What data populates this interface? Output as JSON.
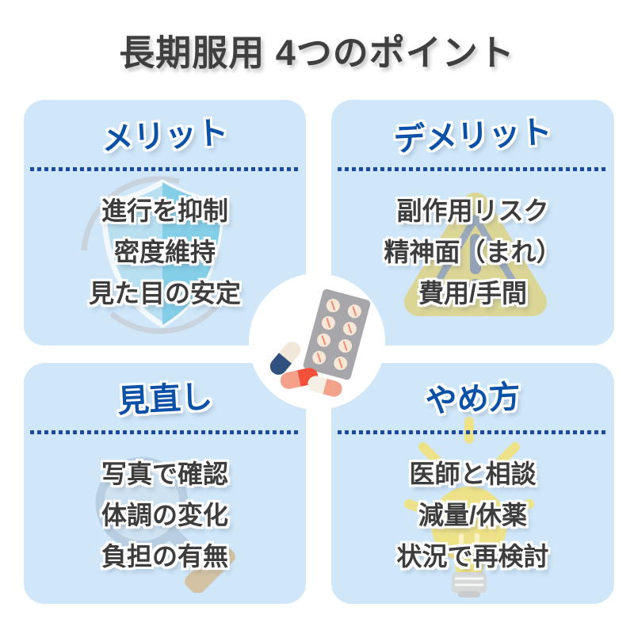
{
  "title": "長期服用 4つのポイント",
  "cards": [
    {
      "heading": "メリット",
      "icon": "shield-icon",
      "items": [
        "進行を抑制",
        "密度維持",
        "見た目の安定"
      ]
    },
    {
      "heading": "デメリット",
      "icon": "warning-triangle-icon",
      "items": [
        "副作用リスク",
        "精神面（まれ）",
        "費用/手間"
      ]
    },
    {
      "heading": "見直し",
      "icon": "magnifier-icon",
      "items": [
        "写真で確認",
        "体調の変化",
        "負担の有無"
      ]
    },
    {
      "heading": "やめ方",
      "icon": "lightbulb-icon",
      "items": [
        "医師と相談",
        "減量/休薬",
        "状況で再検討"
      ]
    }
  ],
  "center": {
    "illustration": "medicine-blister-pack-and-capsules"
  },
  "colors": {
    "page_bg": "#ffffff",
    "card_bg": "#cfe7f9",
    "heading_blue": "#0a51a7",
    "divider_navy": "#1b4a9e",
    "body_text": "#3d3d3d",
    "title_text": "#3f3f3f",
    "shield_light": "#b9e0f1",
    "shield_dark": "#84cee8",
    "triangle_fill": "#dbd596",
    "triangle_stroke": "#9aa9bb",
    "magnifier_rim": "#b9cfe1",
    "magnifier_handle": "#d3c2a3",
    "bulb_yellow": "#eee289",
    "blister_gray": "#a7a7ab",
    "pill_cream": "#f6e7d6",
    "capsule_navy": "#31507f",
    "capsule_red": "#f4503b",
    "capsule_salmon": "#f5a189"
  }
}
